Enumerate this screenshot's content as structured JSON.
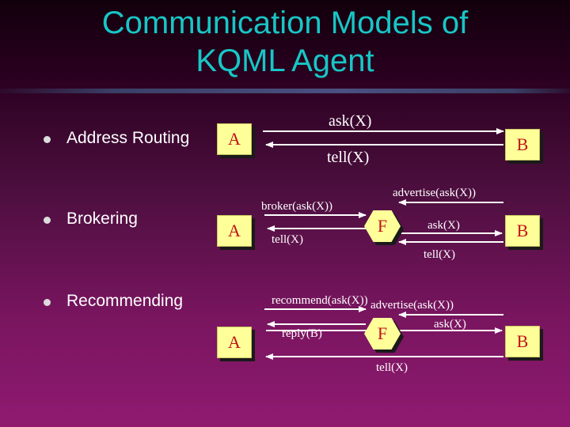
{
  "slide": {
    "title_line1": "Communication Models of",
    "title_line2": "KQML Agent"
  },
  "bullets": [
    {
      "label": "Address Routing"
    },
    {
      "label": "Brokering"
    },
    {
      "label": "Recommending"
    }
  ],
  "address_routing": {
    "agent_a": "A",
    "agent_b": "B",
    "ask": "ask(X)",
    "tell": "tell(X)"
  },
  "brokering": {
    "agent_a": "A",
    "facilitator": "F",
    "agent_b": "B",
    "broker": "broker(ask(X))",
    "tell_to_a": "tell(X)",
    "advertise": "advertise(ask(X))",
    "ask": "ask(X)",
    "tell_from_b": "tell(X)"
  },
  "recommending": {
    "agent_a": "A",
    "facilitator": "F",
    "agent_b": "B",
    "recommend": "recommend(ask(X))",
    "advertise": "advertise(ask(X))",
    "reply": "reply(B)",
    "ask": "ask(X)",
    "tell": "tell(X)"
  },
  "colors": {
    "title": "#18c6c6",
    "node_fill": "#ffff99",
    "node_text": "#c0141a",
    "label_text": "#ffffff"
  }
}
